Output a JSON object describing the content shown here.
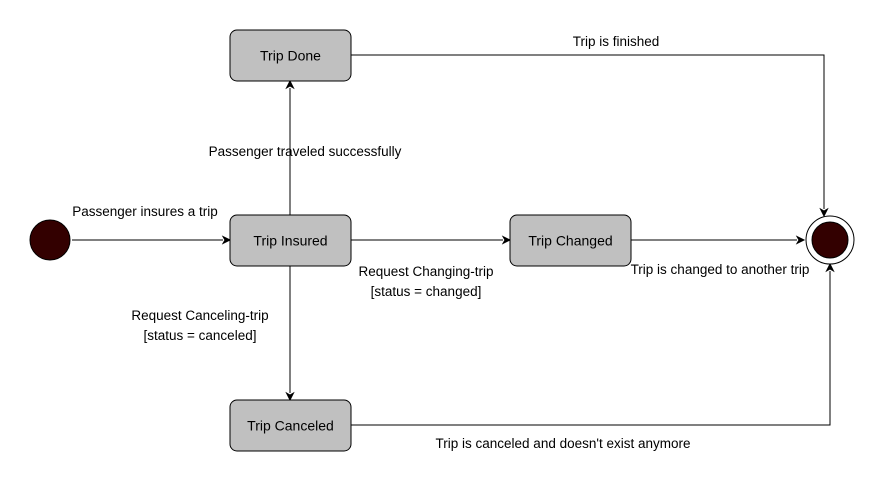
{
  "colors": {
    "state_fill": "#c0c0c0",
    "node_fill": "#330000",
    "line": "#000000"
  },
  "states": {
    "trip_done": "Trip Done",
    "trip_insured": "Trip Insured",
    "trip_changed": "Trip Changed",
    "trip_canceled": "Trip Canceled"
  },
  "transitions": {
    "insure": "Passenger insures a trip",
    "traveled": "Passenger traveled successfully",
    "finished": "Trip is finished",
    "change_request": [
      "Request Changing-trip",
      "[status = changed]"
    ],
    "changed_final": "Trip is changed to another trip",
    "cancel_request": [
      "Request Canceling-trip",
      "[status = canceled]"
    ],
    "canceled_final": "Trip is canceled and doesn't exist anymore"
  }
}
